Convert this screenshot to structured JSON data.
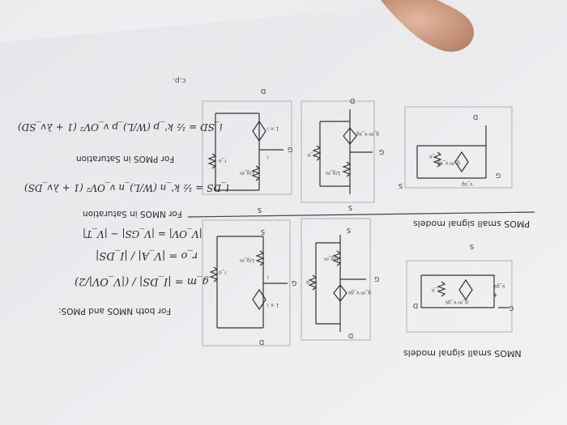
{
  "nmos_section": {
    "heading": "NMOS small signal models",
    "terminals": {
      "gate": "G",
      "drain": "D",
      "source": "S"
    },
    "plus_minus": {
      "plus": "+",
      "minus": "–"
    },
    "vgs_label": "v_gs",
    "gm_vgs_label": "g_m·v_gs",
    "ro_label": "r_o",
    "inv_gm_label": "1/g_m",
    "i_label": "i",
    "one_times_i_label": "1 × i"
  },
  "pmos_section": {
    "heading": "PMOS small signal models",
    "terminals": {
      "gate": "G",
      "drain": "D",
      "source": "S"
    },
    "vsg_label": "v_sg",
    "gm_vsg_label": "g_m·v_sg",
    "ro_label": "r_o",
    "inv_gm_label": "1/g_m",
    "i_label": "i",
    "one_times_i_label": "1 × i"
  },
  "equations": {
    "intro": "For both NMOS and PMOS:",
    "gm": "g_m = |I_DS| / (|V_OV|/2)",
    "ro": "r_o = |V_A| / |I_DS|",
    "vov": "|V_OV| = |V_GS| − |V_T|",
    "nmos_heading": "For NMOS in Saturation",
    "nmos_ids": "i_DS = ½ k'_n (W/L)_n v_OV² (1 + λv_DS)",
    "pmos_heading": "For PMOS in Saturation",
    "pmos_isd": "i_SD = ½ k'_p (W/L)_p v_OV² (1 + λv_SD)"
  },
  "margin_mark": "c.p."
}
